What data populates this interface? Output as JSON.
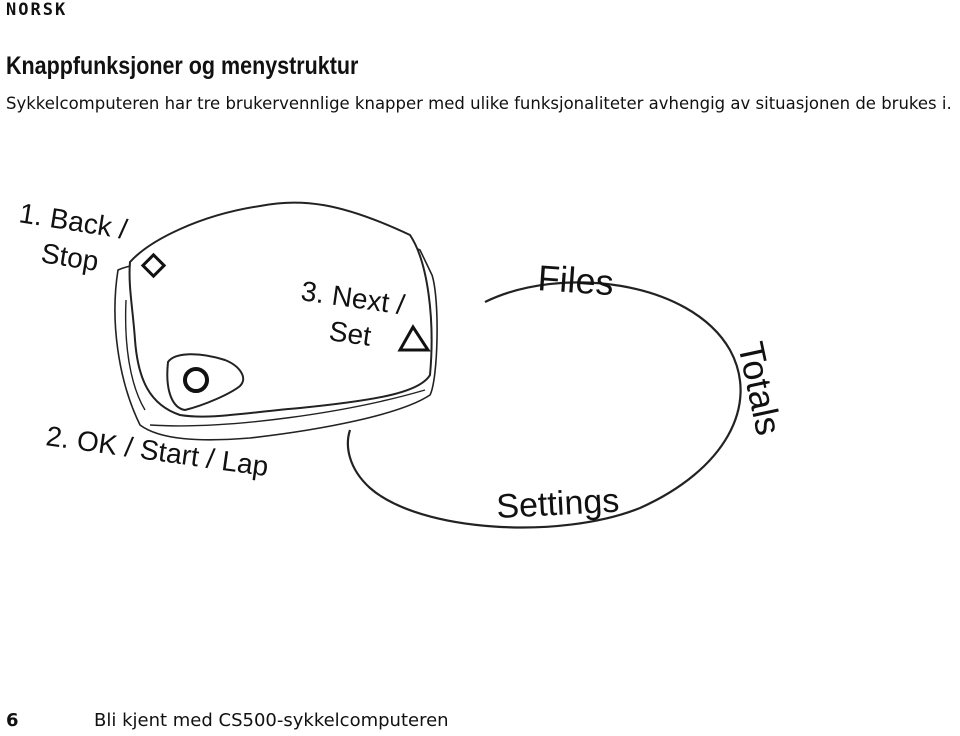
{
  "header": {
    "language": "NORSK"
  },
  "section": {
    "title": "Knappfunksjoner og menystruktur",
    "intro": "Sykkelcomputeren har tre brukervennlige knapper med ulike funksjonaliteter avhengig av situasjonen de brukes i."
  },
  "figure": {
    "buttons": {
      "back_line1": "1. Back /",
      "back_line2": "Stop",
      "next_line1": "3. Next /",
      "next_line2": "Set",
      "ok": "2. OK / Start / Lap"
    },
    "menu": {
      "files": "Files",
      "totals": "Totals",
      "settings": "Settings"
    }
  },
  "footer": {
    "page_number": "6",
    "title": "Bli kjent med CS500-sykkelcomputeren"
  }
}
